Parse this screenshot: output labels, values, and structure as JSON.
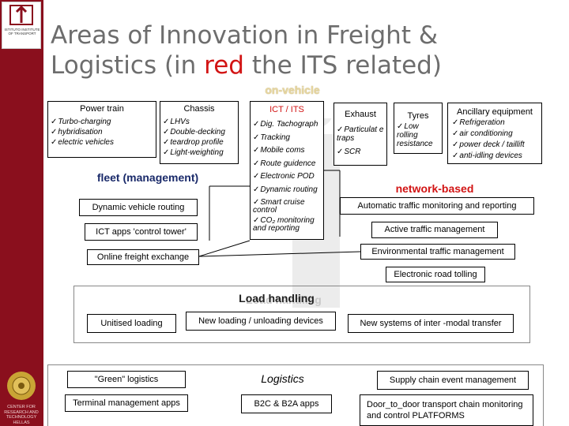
{
  "title": {
    "line1": "Areas of Innovation in Freight &",
    "line2_a": "Logistics  (in ",
    "line2_red": "red",
    "line2_b": " the ITS related)"
  },
  "logo_top": {
    "text": "ISTITUTO INSTITUTE OF TRANSPORT"
  },
  "logo_bottom": {
    "text": "CENTER FOR RESEARCH AND TECHNOLOGY HELLAS"
  },
  "on_vehicle": "on-vehicle",
  "power_train": {
    "title": "Power train",
    "items": [
      "Turbo-charging",
      "hybridisation",
      "electric vehicles"
    ]
  },
  "chassis": {
    "title": "Chassis",
    "items": [
      "LHVs",
      "Double-decking",
      "teardrop profile",
      "Light-weighting"
    ]
  },
  "ict": {
    "title": "ICT / ITS",
    "items": [
      "Dig. Tachograph",
      "Tracking",
      "Mobile coms",
      "Route guidence",
      "Electronic POD",
      "Dynamic routing",
      "Smart cruise control",
      "CO₂ monitoring and reporting"
    ]
  },
  "exhaust": {
    "title": "Exhaust",
    "items": [
      "Particulat e traps",
      "SCR"
    ]
  },
  "tyres": {
    "title": "Tyres",
    "items": [
      "Low rolling resistance"
    ]
  },
  "ancillary": {
    "title": "Ancillary equipment",
    "items": [
      "Refrigeration",
      "air conditioning",
      "power deck / taillift",
      "anti-idling devices"
    ]
  },
  "fleet": {
    "title": "fleet (management)",
    "dynamic_routing": "Dynamic vehicle routing",
    "ict_apps": "ICT apps 'control tower'"
  },
  "online_freight": "Online freight exchange",
  "network": {
    "title": "network-based",
    "items": [
      "Automatic traffic monitoring and reporting",
      "Active traffic management",
      "Environmental  traffic management",
      "Electronic road tolling"
    ]
  },
  "load": {
    "title": "Load handling",
    "unitised": "Unitised loading",
    "new_devices": "New  loading  /  unloading   devices",
    "intermodal": "New systems of inter -modal transfer"
  },
  "logistics": {
    "title": "Logistics",
    "green": "\"Green\" logistics",
    "terminal": "Terminal management apps",
    "b2c": "B2C & B2A apps",
    "supply_chain": "Supply chain event management",
    "door_to_door": "Door_to_door  transport chain monitoring and control PLATFORMS"
  }
}
